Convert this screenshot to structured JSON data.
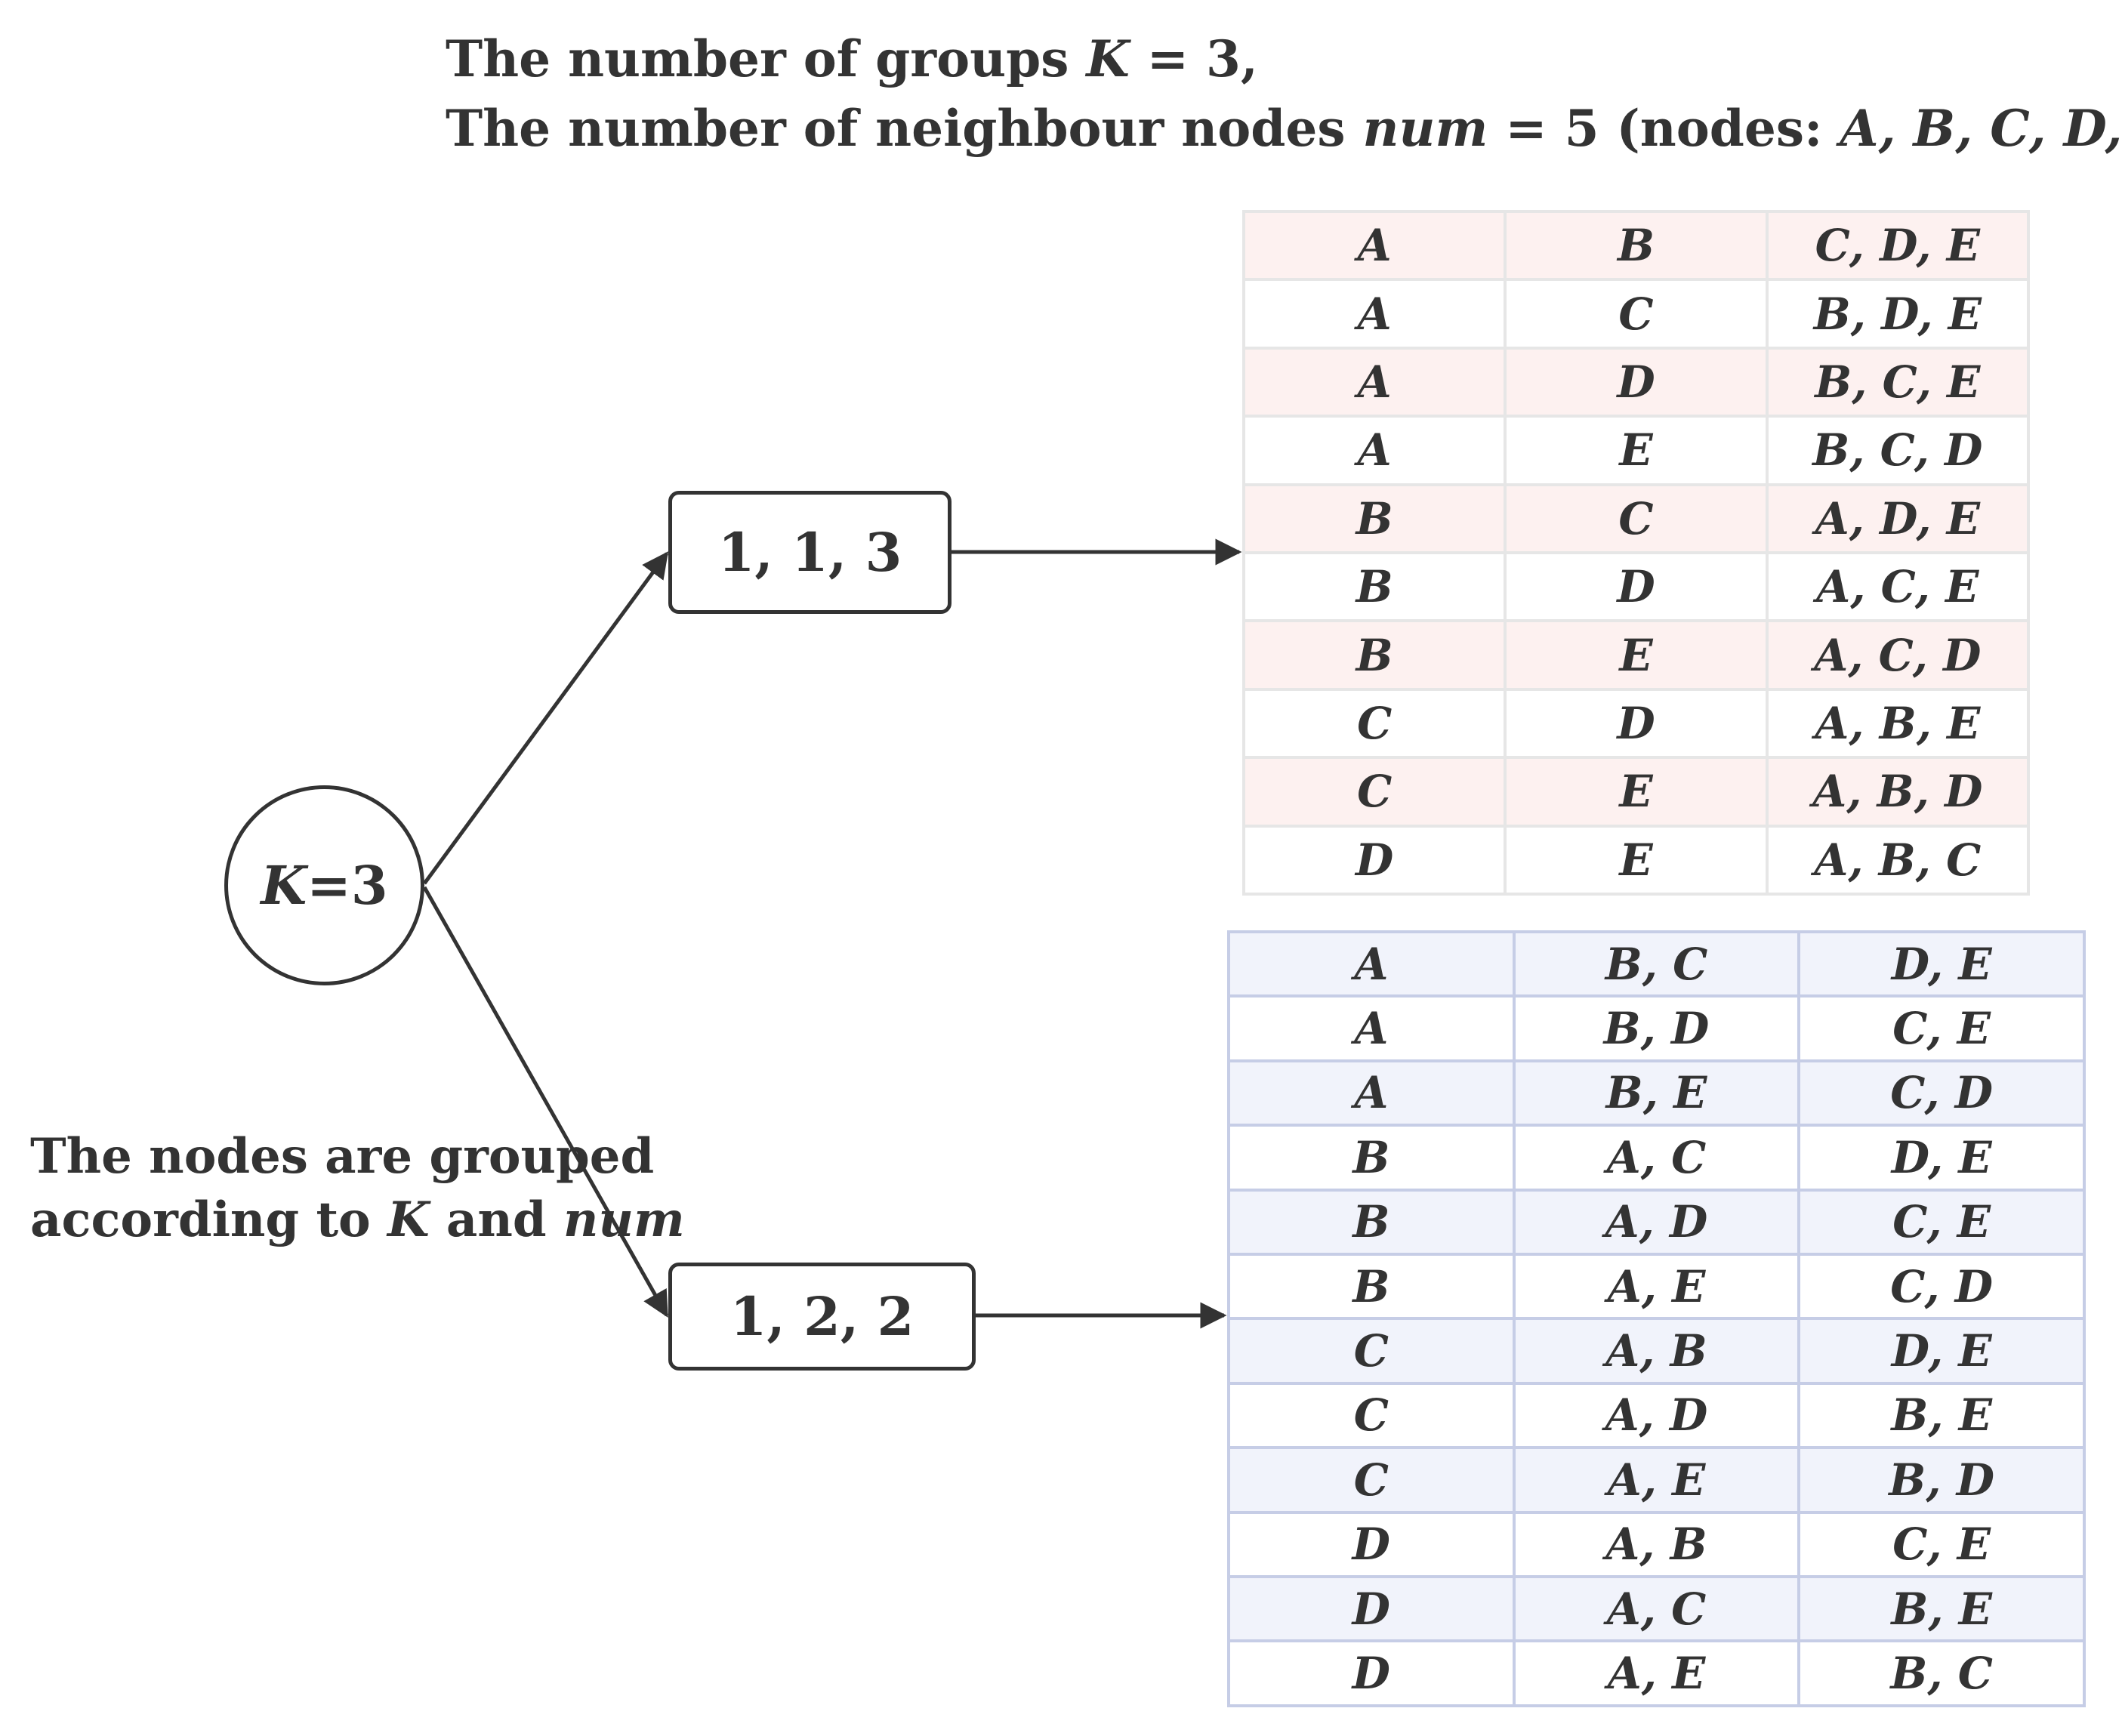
{
  "header": {
    "line1": {
      "pre": "The number of groups ",
      "var": "K",
      "post": " = 3,"
    },
    "line2": {
      "pre": "The number of neighbour nodes ",
      "var": "num",
      "mid": " = 5 (nodes: ",
      "nodes": "A, B, C, D, E",
      "post": ")"
    }
  },
  "root_node": {
    "var": "K",
    "text": "=3"
  },
  "group_nodes": [
    {
      "label": "1, 1, 3"
    },
    {
      "label": "1, 2, 2"
    }
  ],
  "note": {
    "line1": "The nodes are grouped",
    "line2_pre": "according to ",
    "line2_var1": "K",
    "line2_mid": " and ",
    "line2_var2": "num"
  },
  "table_113": [
    [
      "A",
      "B",
      "C, D, E"
    ],
    [
      "A",
      "C",
      "B, D, E"
    ],
    [
      "A",
      "D",
      "B, C, E"
    ],
    [
      "A",
      "E",
      "B, C, D"
    ],
    [
      "B",
      "C",
      "A, D, E"
    ],
    [
      "B",
      "D",
      "A, C, E"
    ],
    [
      "B",
      "E",
      "A, C, D"
    ],
    [
      "C",
      "D",
      "A, B, E"
    ],
    [
      "C",
      "E",
      "A, B, D"
    ],
    [
      "D",
      "E",
      "A, B, C"
    ]
  ],
  "table_122": [
    [
      "A",
      "B, C",
      "D, E"
    ],
    [
      "A",
      "B, D",
      "C, E"
    ],
    [
      "A",
      "B, E",
      "C, D"
    ],
    [
      "B",
      "A, C",
      "D, E"
    ],
    [
      "B",
      "A, D",
      "C, E"
    ],
    [
      "B",
      "A, E",
      "C, D"
    ],
    [
      "C",
      "A, B",
      "D, E"
    ],
    [
      "C",
      "A, D",
      "B, E"
    ],
    [
      "C",
      "A, E",
      "B, D"
    ],
    [
      "D",
      "A, B",
      "C, E"
    ],
    [
      "D",
      "A, C",
      "B, E"
    ],
    [
      "D",
      "A, E",
      "B, C"
    ]
  ],
  "colors": {
    "stroke": "#333333",
    "table_113_band": "#fdf1f0",
    "table_113_border": "#e6e6e6",
    "table_122_band": "#f1f3fb",
    "table_122_border": "#c6cde6"
  }
}
